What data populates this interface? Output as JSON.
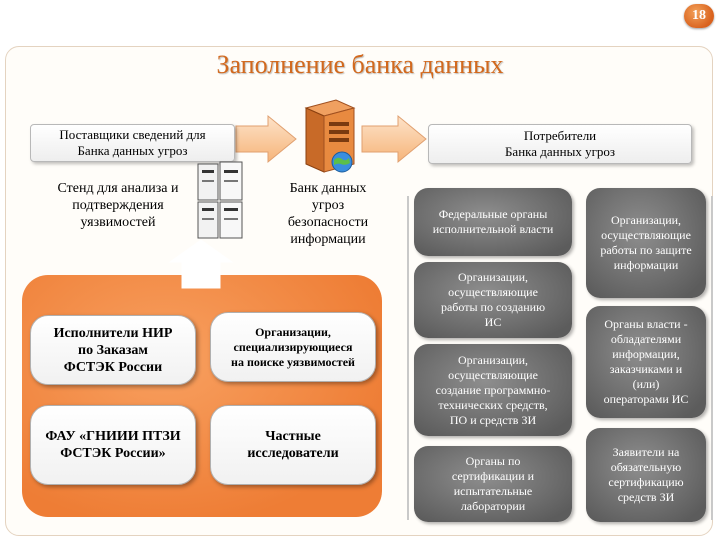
{
  "slide_number": "18",
  "title": "Заполнение банка данных",
  "suppliers_header": [
    "Поставщики сведений для",
    "Банка данных угроз"
  ],
  "consumers_header": [
    "Потребители",
    "Банка данных угроз"
  ],
  "stand_label": [
    "Стенд для анализа и",
    "подтверждения",
    "уязвимостей"
  ],
  "bank_label": [
    "Банк данных",
    "угроз",
    "безопасности",
    "информации"
  ],
  "suppliers": [
    [
      "Исполнители НИР",
      "по Заказам",
      "ФСТЭК России"
    ],
    [
      "Организации,",
      "специализирующиеся",
      "на поиске уязвимостей"
    ],
    [
      "ФАУ «ГНИИИ ПТЗИ",
      "ФСТЭК России»"
    ],
    [
      "Частные",
      "исследователи"
    ]
  ],
  "consumers_left": [
    [
      "Федеральные органы",
      "исполнительной власти"
    ],
    [
      "Организации,",
      "осуществляющие",
      "работы по созданию",
      "ИС"
    ],
    [
      "Организации,",
      "осуществляющие",
      "создание программно-",
      "технических средств,",
      "ПО и средств ЗИ"
    ],
    [
      "Органы по",
      "сертификации и",
      "испытательные",
      "лаборатории"
    ]
  ],
  "consumers_right": [
    [
      "Организации,",
      "осуществляющие",
      "работы по защите",
      "информации"
    ],
    [
      "Органы власти -",
      "обладателями",
      "информации,",
      "заказчиками и",
      "(или)",
      "операторами ИС"
    ],
    [
      "Заявители на",
      "обязательную",
      "сертификацию",
      "средств ЗИ"
    ]
  ],
  "colors": {
    "accent_orange": "#ee7d35",
    "title_orange": "#d2691e",
    "consumer_gray": "#6e6e6e"
  },
  "icons": [
    "server-icon",
    "globe-icon",
    "server-rack-icon"
  ]
}
